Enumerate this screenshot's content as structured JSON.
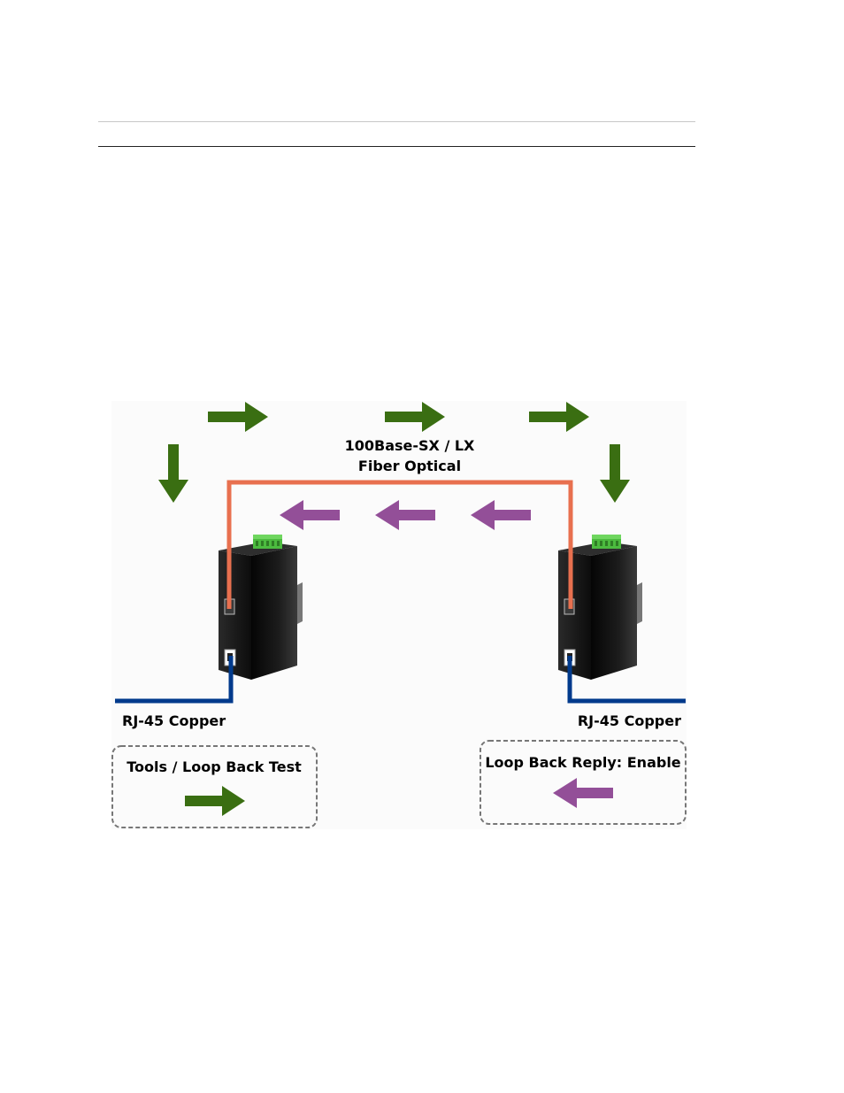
{
  "diagram": {
    "fiber_label_line1": "100Base-SX / LX",
    "fiber_label_line2": "Fiber Optical",
    "left_copper_label": "RJ-45 Copper",
    "right_copper_label": "RJ-45 Copper",
    "left_box_label": "Tools / Loop Back Test",
    "right_box_label": "Loop Back Reply: Enable"
  },
  "colors": {
    "forward_arrow": "#3a6e12",
    "reply_arrow": "#934f98",
    "fiber_cable": "#e8704f",
    "copper_cable": "#003a8c",
    "device_body": "#151515",
    "terminal_block": "#4cbb3f"
  },
  "icons": [
    "media-converter-icon",
    "right-arrow-icon",
    "left-arrow-icon",
    "down-arrow-icon"
  ]
}
